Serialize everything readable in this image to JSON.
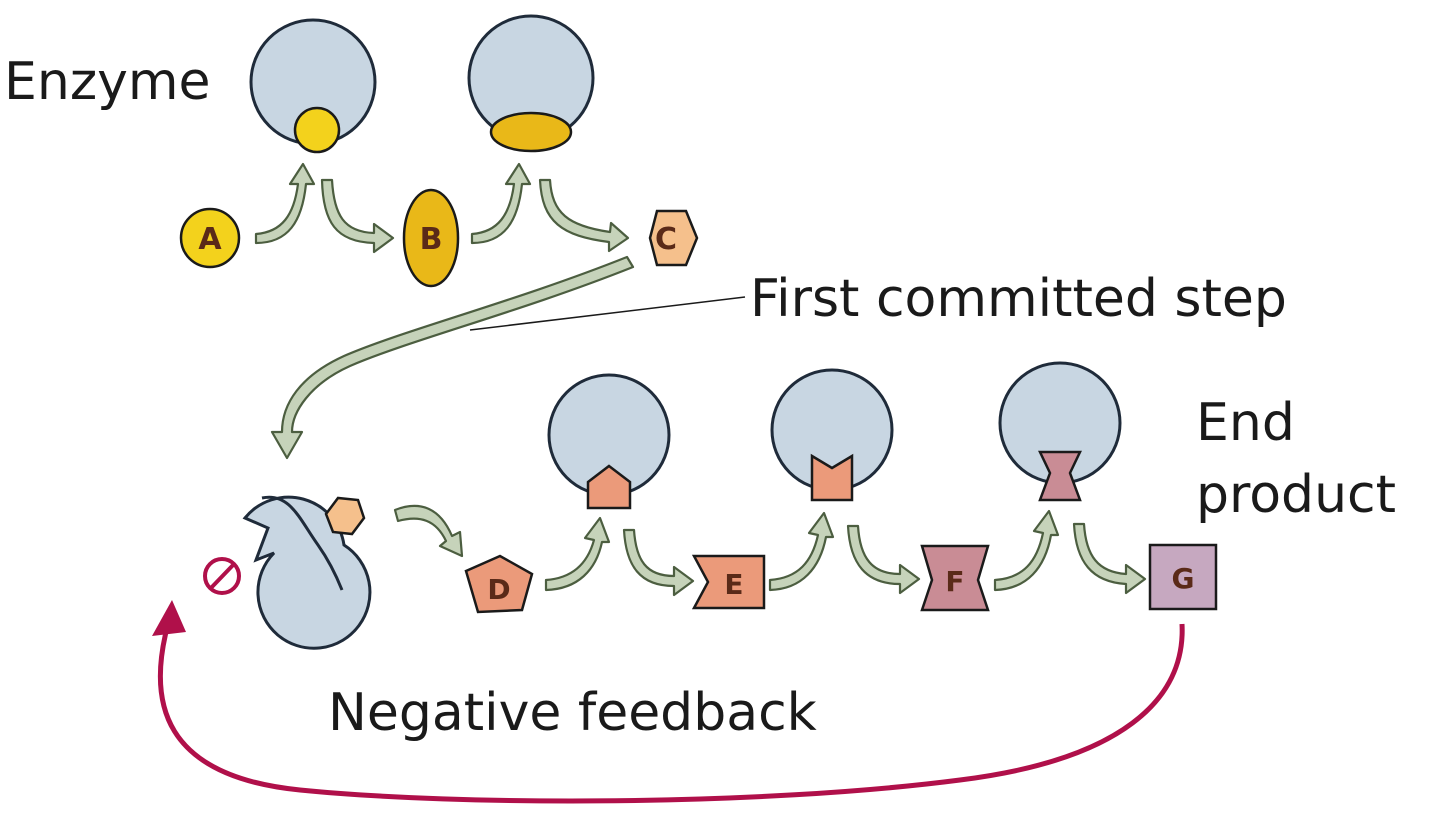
{
  "labels": {
    "enzyme": "Enzyme",
    "first_committed_step": "First committed step",
    "end_product_line1": "End",
    "end_product_line2": "product",
    "negative_feedback": "Negative feedback"
  },
  "molecules": {
    "a": "A",
    "b": "B",
    "c": "C",
    "d": "D",
    "e": "E",
    "f": "F",
    "g": "G"
  },
  "colors": {
    "enzyme_fill": "#c8d6e2",
    "enzyme_stroke": "#1f2b3a",
    "yellow_substrate": "#f3d21c",
    "gold_substrate": "#e9b818",
    "orange_substrate": "#f5c08c",
    "salmon_substrate": "#eb9a7a",
    "mauve_substrate": "#c98c95",
    "end_product": "#c6a8c0",
    "pathway_arrow_fill": "#c6d3ba",
    "feedback_arrow": "#b0104a"
  }
}
